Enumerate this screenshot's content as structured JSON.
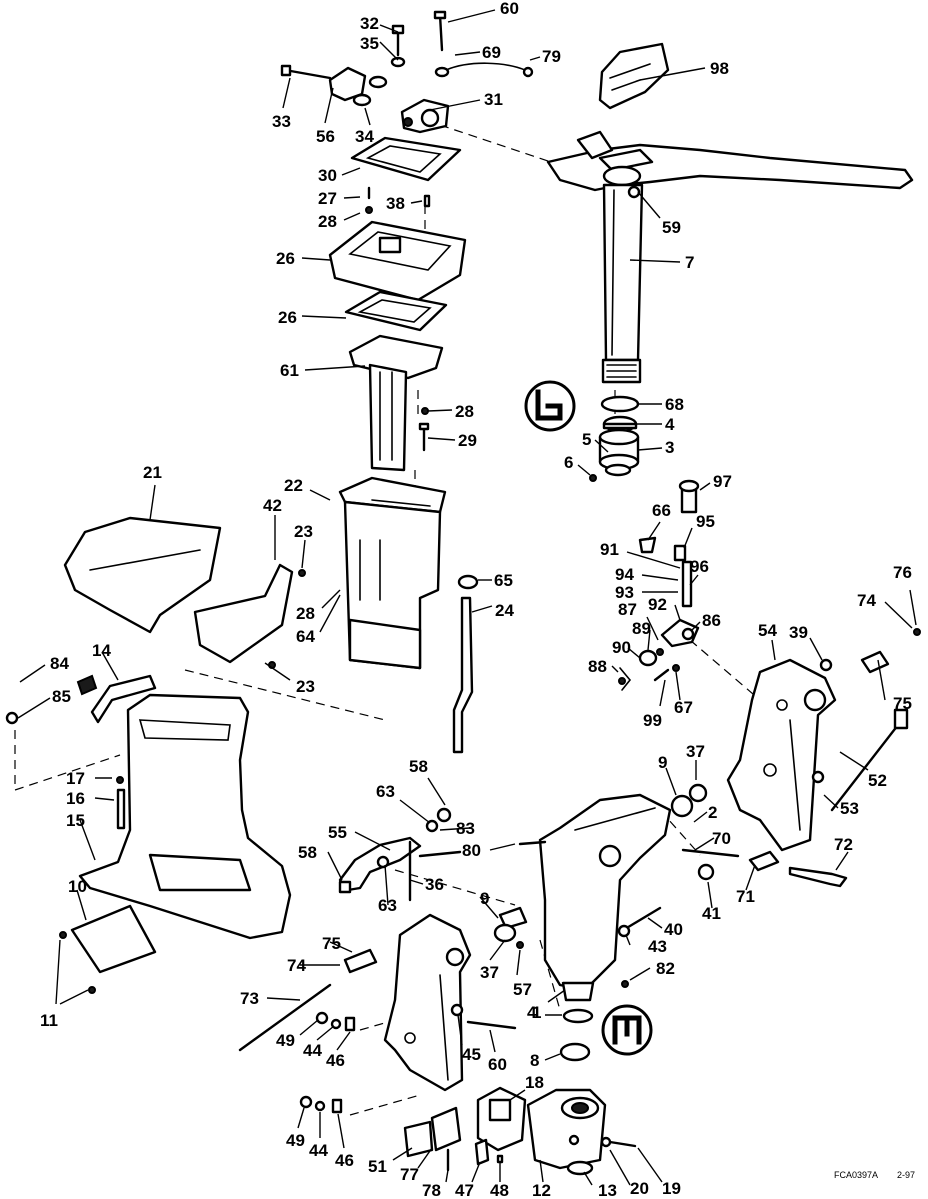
{
  "figure": {
    "callouts": {
      "c32": "32",
      "c35": "35",
      "c60a": "60",
      "c69": "69",
      "c79": "79",
      "c98": "98",
      "c33": "33",
      "c56": "56",
      "c34": "34",
      "c31": "31",
      "c30": "30",
      "c27": "27",
      "c38": "38",
      "c28a": "28",
      "c59": "59",
      "c26a": "26",
      "c7": "7",
      "c26b": "26",
      "c61": "61",
      "c28b": "28",
      "c68": "68",
      "c4a": "4",
      "c29": "29",
      "c5": "5",
      "c3": "3",
      "c6": "6",
      "c97": "97",
      "c21": "21",
      "c22": "22",
      "c42": "42",
      "c66": "66",
      "c95": "95",
      "c23a": "23",
      "c91": "91",
      "c96": "96",
      "c76": "76",
      "c94": "94",
      "c65": "65",
      "c93": "93",
      "c74a": "74",
      "c28c": "28",
      "c87": "87",
      "c92": "92",
      "c24": "24",
      "c64": "64",
      "c86": "86",
      "c84": "84",
      "c14": "14",
      "c89": "89",
      "c54": "54",
      "c39": "39",
      "c90": "90",
      "c23b": "23",
      "c88": "88",
      "c85": "85",
      "c99": "99",
      "c67": "67",
      "c75a": "75",
      "c37a": "37",
      "c58a": "58",
      "c9a": "9",
      "c17": "17",
      "c16": "16",
      "c52": "52",
      "c63a": "63",
      "c15": "15",
      "c53": "53",
      "c2": "2",
      "c55": "55",
      "c83": "83",
      "c70": "70",
      "c58b": "58",
      "c80": "80",
      "c72": "72",
      "c36": "36",
      "c63b": "63",
      "c71": "71",
      "c10": "10",
      "c9b": "9",
      "c41": "41",
      "c40": "40",
      "c75b": "75",
      "c37b": "37",
      "c43": "43",
      "c74b": "74",
      "c57": "57",
      "c82": "82",
      "c73": "73",
      "c11": "11",
      "c1": "1",
      "c49a": "49",
      "c44a": "44",
      "c46a": "46",
      "c4b": "4",
      "c45": "45",
      "c60b": "60",
      "c8": "8",
      "c18": "18",
      "c49b": "49",
      "c44b": "44",
      "c46b": "46",
      "c51": "51",
      "c77": "77",
      "c78": "78",
      "c47": "47",
      "c48": "48",
      "c12": "12",
      "c13": "13",
      "c20": "20",
      "c19": "19"
    },
    "footer_code": "FCA0397A",
    "footer_page": "2-97",
    "lubricant_badges": [
      "upper-lubricant-symbol",
      "lower-lubricant-symbol"
    ]
  }
}
